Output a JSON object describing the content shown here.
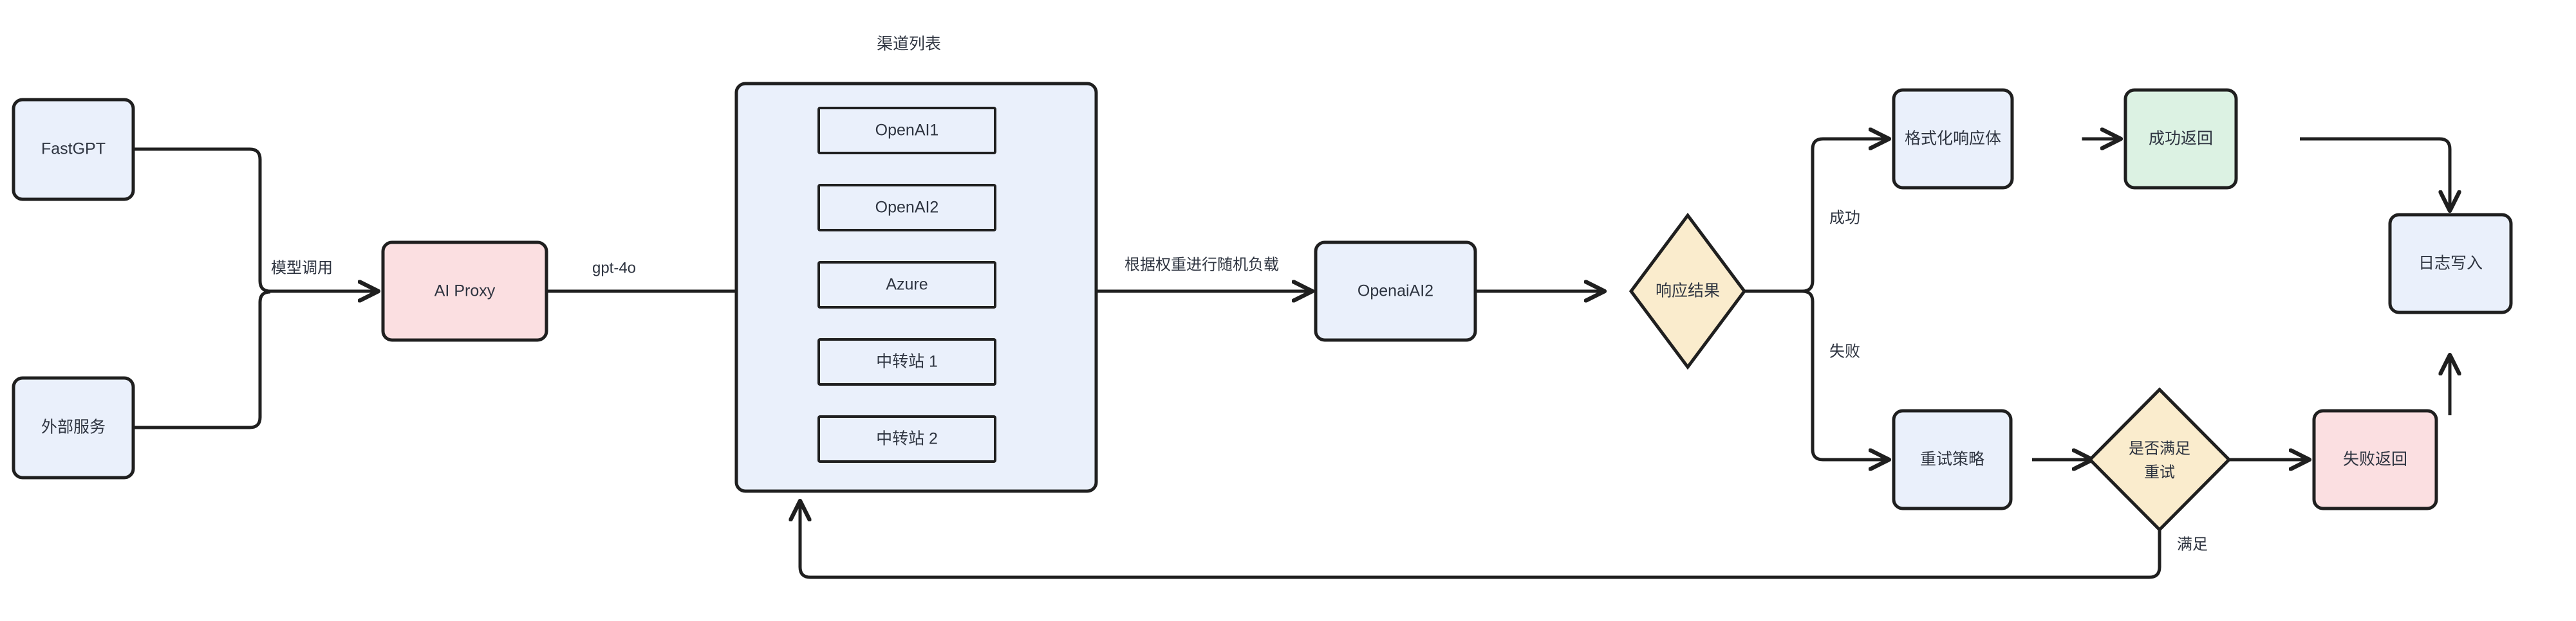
{
  "diagram": {
    "title_visible": false,
    "background_color": "#ffffff",
    "stroke_color": "#1f1f1f",
    "text_color": "#2e3440",
    "palette": {
      "blue_fill": "#eaf0fb",
      "pink_fill": "#fbdfe1",
      "green_fill": "#dcf2e3",
      "yellow_fill": "#faeccd",
      "white_fill": "#ffffff"
    },
    "group": {
      "title": "渠道列表",
      "fill": "#eaf0fb",
      "items": [
        {
          "label": "OpenAI1"
        },
        {
          "label": "OpenAI2"
        },
        {
          "label": "Azure"
        },
        {
          "label": "中转站 1"
        },
        {
          "label": "中转站 2"
        }
      ]
    },
    "nodes": [
      {
        "id": "fastgpt",
        "label": "FastGPT",
        "shape": "rounded-rect",
        "fill": "#eaf0fb"
      },
      {
        "id": "external",
        "label": "外部服务",
        "shape": "rounded-rect",
        "fill": "#eaf0fb"
      },
      {
        "id": "aiproxy",
        "label": "AI Proxy",
        "shape": "rounded-rect",
        "fill": "#fbdfe1"
      },
      {
        "id": "openaiai2",
        "label": "OpenaiAI2",
        "shape": "rounded-rect",
        "fill": "#eaf0fb"
      },
      {
        "id": "result",
        "label": "响应结果",
        "shape": "diamond",
        "fill": "#faeccd"
      },
      {
        "id": "format",
        "label": "格式化响应体",
        "shape": "rounded-rect",
        "fill": "#eaf0fb"
      },
      {
        "id": "success",
        "label": "成功返回",
        "shape": "rounded-rect",
        "fill": "#dcf2e3"
      },
      {
        "id": "log",
        "label": "日志写入",
        "shape": "rounded-rect",
        "fill": "#eaf0fb"
      },
      {
        "id": "retry",
        "label": "重试策略",
        "shape": "rounded-rect",
        "fill": "#eaf0fb"
      },
      {
        "id": "retrycheck",
        "label_line1": "是否满足",
        "label_line2": "重试",
        "shape": "diamond",
        "fill": "#faeccd"
      },
      {
        "id": "fail",
        "label": "失败返回",
        "shape": "rounded-rect",
        "fill": "#fbdfe1"
      }
    ],
    "edge_labels": {
      "model_call": "模型调用",
      "model_name": "gpt-4o",
      "weighted_random": "根据权重进行随机负载",
      "success": "成功",
      "failure": "失败",
      "satisfied": "满足"
    }
  }
}
